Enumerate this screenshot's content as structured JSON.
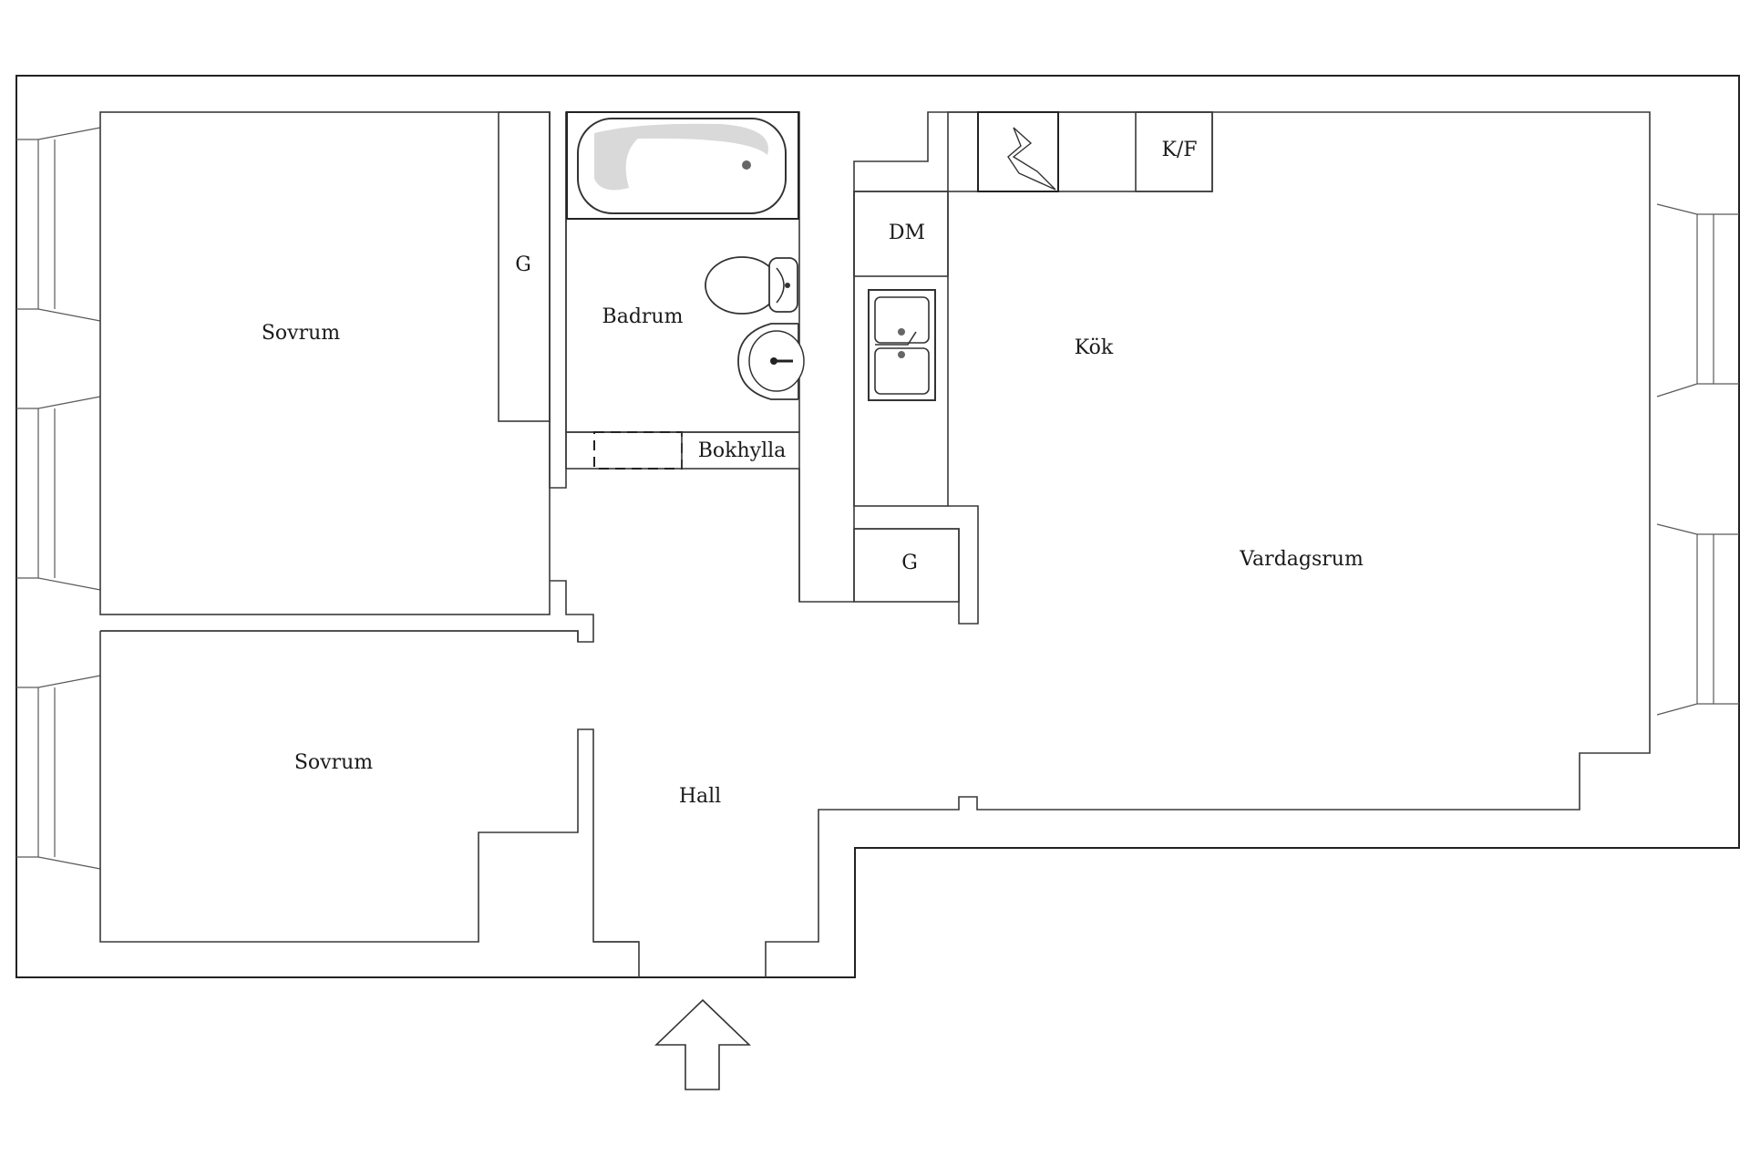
{
  "rooms": {
    "sovrum_top": "Sovrum",
    "sovrum_bottom": "Sovrum",
    "closet_bedroom": "G",
    "badrum": "Badrum",
    "bokhylla": "Bokhylla",
    "dm": "DM",
    "kf": "K/F",
    "kok": "Kök",
    "closet_kitchen": "G",
    "vardagsrum": "Vardagsrum",
    "hall": "Hall"
  },
  "icons": {
    "bathtub": "bathtub-icon",
    "toilet": "toilet-icon",
    "washbasin": "washbasin-icon",
    "sink": "double-sink-icon",
    "stove": "stove-icon",
    "entrance_arrow": "entrance-arrow-icon"
  },
  "colors": {
    "line": "#3a3a3a",
    "background": "#ffffff",
    "fixture_shade": "#d9d9d9"
  }
}
